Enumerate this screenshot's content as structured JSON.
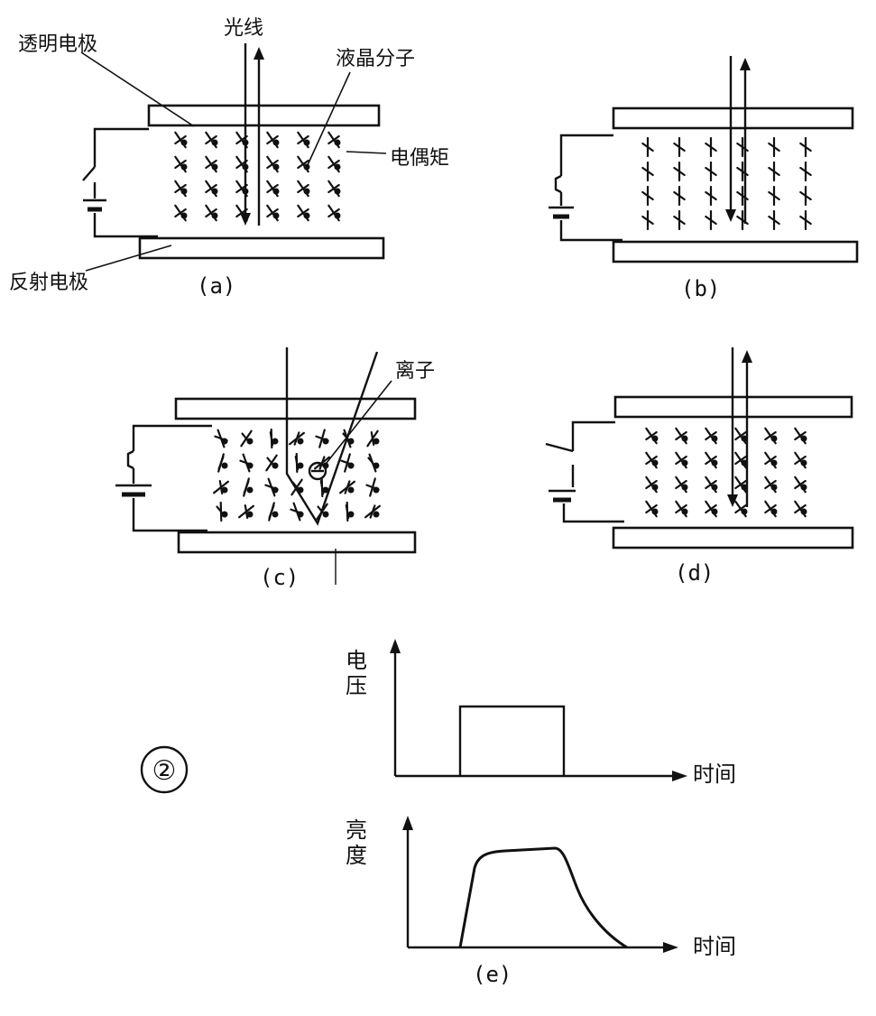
{
  "labels": {
    "light": "光线",
    "transparent_electrode": "透明电极",
    "lc_molecule": "液晶分子",
    "dipole": "电偶矩",
    "reflective_electrode": "反射电极",
    "ion": "离子",
    "figure_number": "②"
  },
  "panels": {
    "a": "(a)",
    "b": "(b)",
    "c": "(c)",
    "d": "(d)",
    "e": "(e)"
  },
  "graph_top": {
    "ylabel_1": "电",
    "ylabel_2": "压",
    "xlabel": "时间"
  },
  "graph_bottom": {
    "ylabel_1": "亮",
    "ylabel_2": "度",
    "xlabel": "时间"
  },
  "colors": {
    "ink": "#111111",
    "paper": "#ffffff"
  }
}
